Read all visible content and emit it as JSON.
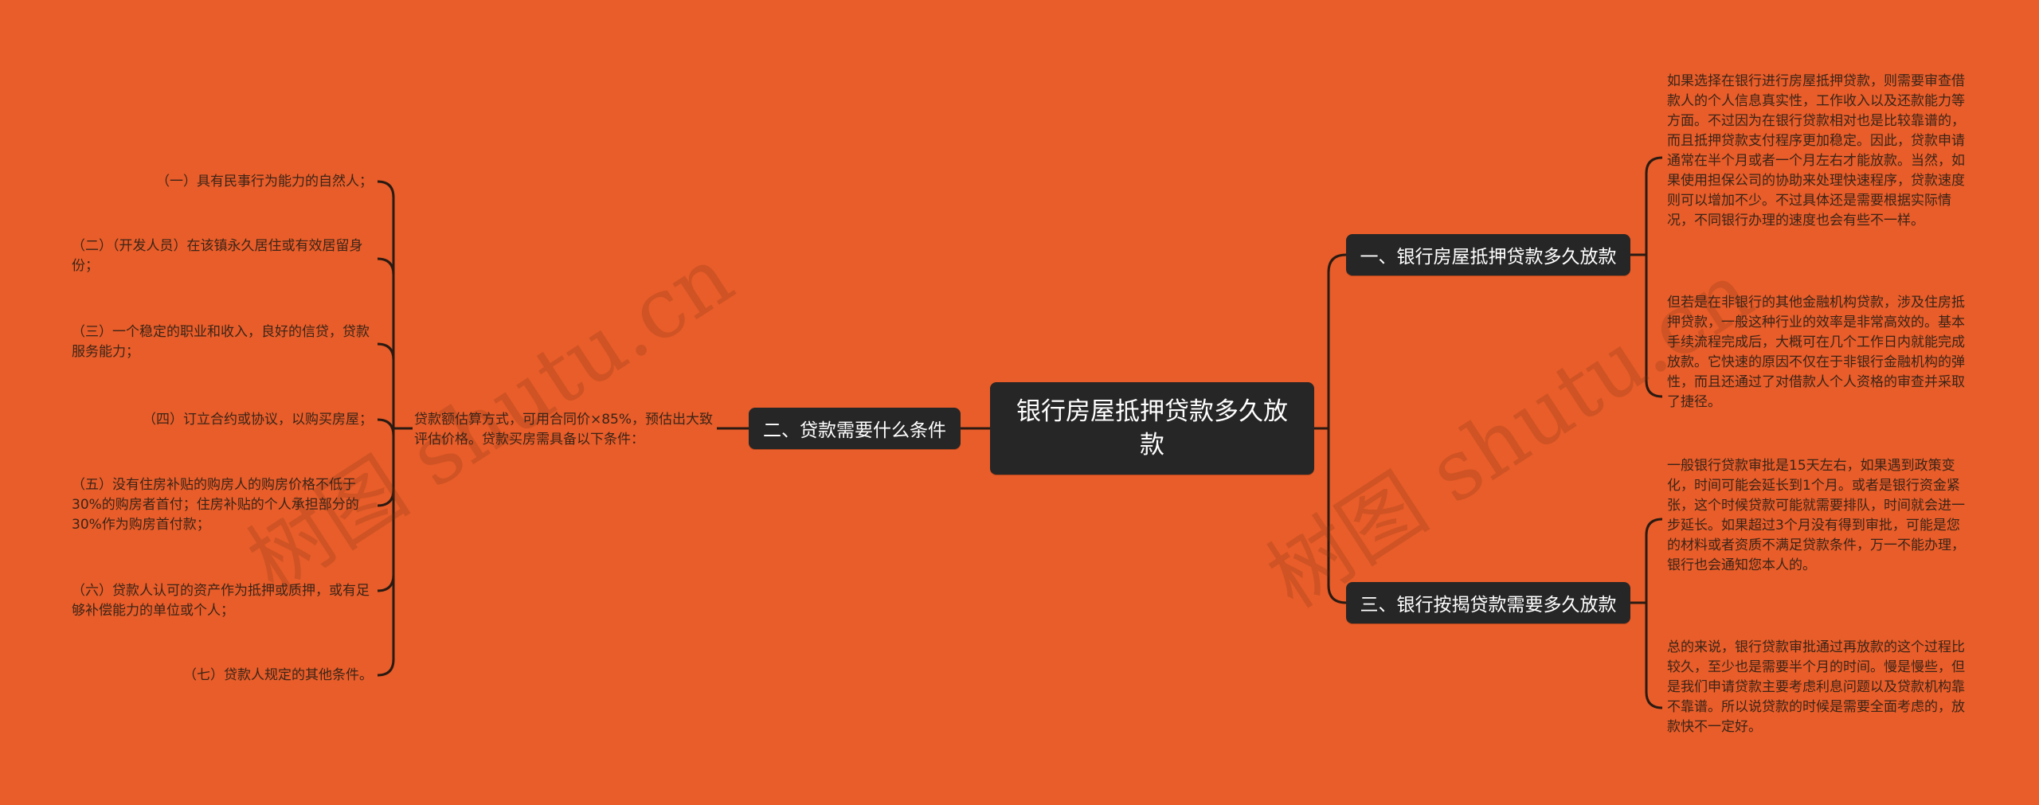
{
  "root": {
    "title": "银行房屋抵押贷款多久放款"
  },
  "branches": [
    {
      "label": "一、银行房屋抵押贷款多久放款",
      "details": [
        "如果选择在银行进行房屋抵押贷款，则需要审查借款人的个人信息真实性，工作收入以及还款能力等方面。不过因为在银行贷款相对也是比较靠谱的，而且抵押贷款支付程序更加稳定。因此，贷款申请通常在半个月或者一个月左右才能放款。当然，如果使用担保公司的协助来处理快速程序，贷款速度则可以增加不少。不过具体还是需要根据实际情况，不同银行办理的速度也会有些不一样。",
        "但若是在非银行的其他金融机构贷款，涉及住房抵押贷款，一般这种行业的效率是非常高效的。基本手续流程完成后，大概可在几个工作日内就能完成放款。它快速的原因不仅在于非银行金融机构的弹性，而且还通过了对借款人个人资格的审查并采取了捷径。"
      ]
    },
    {
      "label": "二、贷款需要什么条件",
      "intro": "贷款额估算方式，可用合同价×85%，预估出大致评估价格。贷款买房需具备以下条件：",
      "conditions": [
        "（一）具有民事行为能力的自然人；",
        "（二）（开发人员）在该镇永久居住或有效居留身份；",
        "（三）一个稳定的职业和收入，良好的信贷，贷款服务能力；",
        "（四）订立合约或协议，以购买房屋；",
        "（五）没有住房补贴的购房人的购房价格不低于30%的购房者首付；住房补贴的个人承担部分的30%作为购房首付款；",
        "（六）贷款人认可的资产作为抵押或质押，或有足够补偿能力的单位或个人；",
        "（七）贷款人规定的其他条件。"
      ]
    },
    {
      "label": "三、银行按揭贷款需要多久放款",
      "details": [
        "一般银行贷款审批是15天左右，如果遇到政策变化，时间可能会延长到1个月。或者是银行资金紧张，这个时候贷款可能就需要排队，时间就会进一步延长。如果超过3个月没有得到审批，可能是您的材料或者资质不满足贷款条件，万一不能办理，银行也会通知您本人的。",
        "总的来说，银行贷款审批通过再放款的这个过程比较久，至少也是需要半个月的时间。慢是慢些，但是我们申请贷款主要考虑利息问题以及贷款机构靠不靠谱。所以说贷款的时候是需要全面考虑的，放款快不一定好。"
      ]
    }
  ],
  "watermarks": [
    "树图 shutu.cn",
    "树图 shutu.cn"
  ],
  "colors": {
    "background": "#e85d29",
    "node": "#262626",
    "node_text": "#ffffff",
    "line": "#2a1a12",
    "leaf_text": "#3b2418"
  }
}
